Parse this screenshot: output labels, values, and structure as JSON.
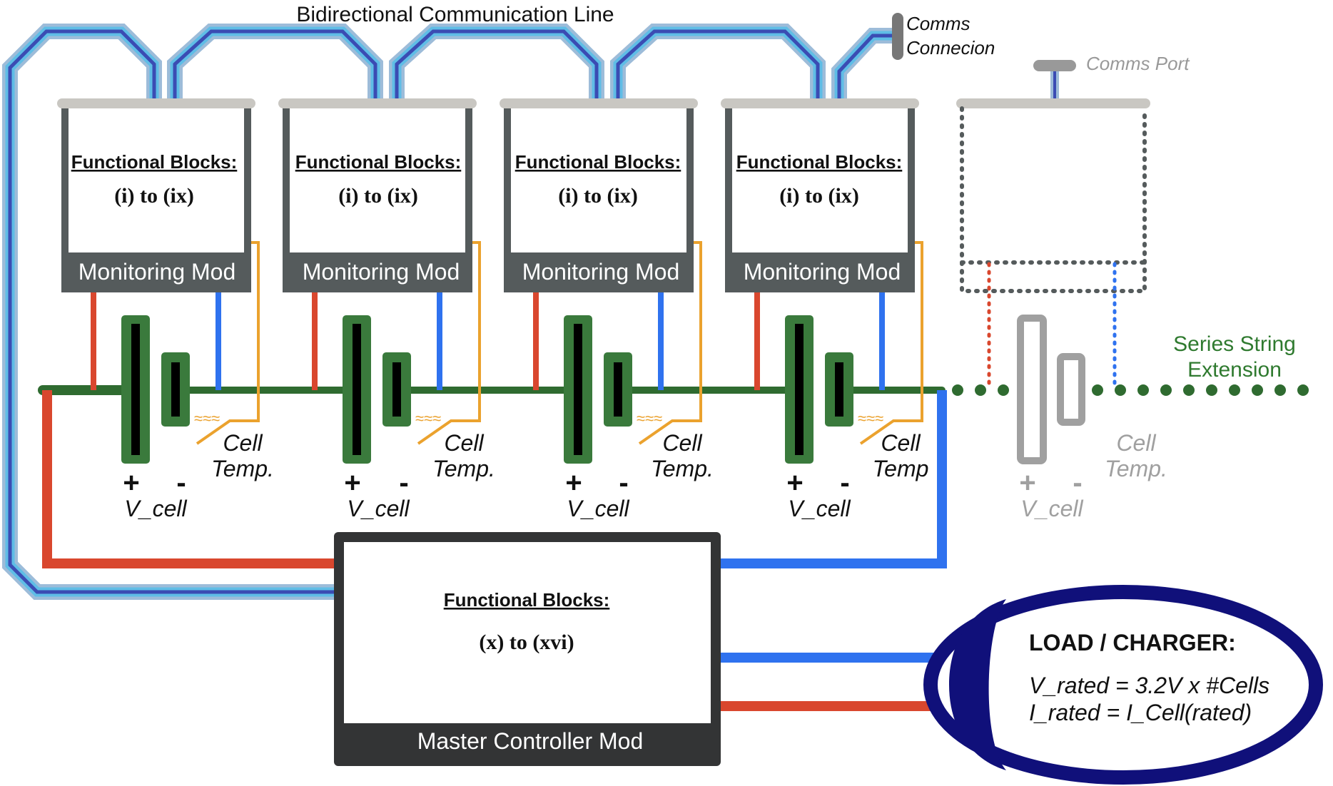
{
  "title": "Bidirectional Communication Line",
  "comms_connection_label": [
    "Comms",
    "Connecion"
  ],
  "comms_port_label": "Comms Port",
  "series_string_label": [
    "Series String",
    "Extension"
  ],
  "modules": [
    {
      "fb_title": "Functional Blocks:",
      "fb_range": "(i) to (ix)",
      "name": "Monitoring Mod"
    },
    {
      "fb_title": "Functional Blocks:",
      "fb_range": "(i) to (ix)",
      "name": "Monitoring Mod"
    },
    {
      "fb_title": "Functional Blocks:",
      "fb_range": "(i) to (ix)",
      "name": "Monitoring Mod"
    },
    {
      "fb_title": "Functional Blocks:",
      "fb_range": "(i) to (ix)",
      "name": "Monitoring Mod"
    }
  ],
  "cells": [
    {
      "plus": "+",
      "minus": "-",
      "v_label": "V_cell",
      "temp_label": [
        "Cell",
        "Temp."
      ]
    },
    {
      "plus": "+",
      "minus": "-",
      "v_label": "V_cell",
      "temp_label": [
        "Cell",
        "Temp."
      ]
    },
    {
      "plus": "+",
      "minus": "-",
      "v_label": "V_cell",
      "temp_label": [
        "Cell",
        "Temp."
      ]
    },
    {
      "plus": "+",
      "minus": "-",
      "v_label": "V_cell",
      "temp_label": [
        "Cell",
        "Temp"
      ]
    },
    {
      "plus": "+",
      "minus": "-",
      "v_label": "V_cell",
      "temp_label": [
        "Cell",
        "Temp."
      ]
    }
  ],
  "master": {
    "fb_title": "Functional Blocks:",
    "fb_range": "(x) to (xvi)",
    "name": "Master Controller Mod"
  },
  "load": {
    "title": "LOAD / CHARGER:",
    "line1": "V_rated = 3.2V x #Cells",
    "line2": "I_rated = I_Cell(rated)"
  },
  "colors": {
    "module_body": "#555b5c",
    "module_top": "#c9c7c2",
    "master_body": "#333435",
    "cell_green": "#3a7a3c",
    "string_green": "#2f6b30",
    "wire_red": "#d9472e",
    "wire_blue": "#2f72ef",
    "sense_orange": "#eba22e",
    "comm_outer": "#9dbcd9",
    "comm_mid": "#5fbde6",
    "comm_inner": "#3b4cb3",
    "ghost_gray": "#a0a0a0",
    "load_border": "#10107a",
    "series_text": "#2f7a2f"
  }
}
